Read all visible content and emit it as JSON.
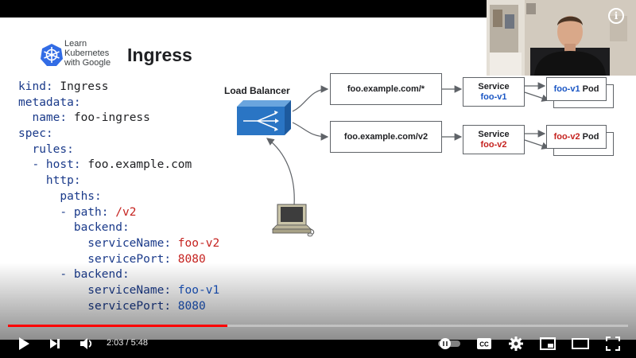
{
  "slide": {
    "logo_text": [
      "Learn",
      "Kubernetes",
      "with Google"
    ],
    "title": "Ingress",
    "code": [
      [
        {
          "t": "kind",
          "c": "k"
        },
        {
          "t": ": ",
          "c": "p"
        },
        {
          "t": "Ingress",
          "c": "v"
        }
      ],
      [
        {
          "t": "metadata",
          "c": "k"
        },
        {
          "t": ":",
          "c": "p"
        }
      ],
      [
        {
          "t": "  name",
          "c": "k"
        },
        {
          "t": ": ",
          "c": "p"
        },
        {
          "t": "foo-ingress",
          "c": "v"
        }
      ],
      [
        {
          "t": "spec",
          "c": "k"
        },
        {
          "t": ":",
          "c": "p"
        }
      ],
      [
        {
          "t": "  rules",
          "c": "k"
        },
        {
          "t": ":",
          "c": "p"
        }
      ],
      [
        {
          "t": "  - host",
          "c": "k"
        },
        {
          "t": ": ",
          "c": "p"
        },
        {
          "t": "foo.example.com",
          "c": "v"
        }
      ],
      [
        {
          "t": "    http",
          "c": "k"
        },
        {
          "t": ":",
          "c": "p"
        }
      ],
      [
        {
          "t": "      paths",
          "c": "k"
        },
        {
          "t": ":",
          "c": "p"
        }
      ],
      [
        {
          "t": "      - path",
          "c": "k"
        },
        {
          "t": ": ",
          "c": "p"
        },
        {
          "t": "/v2",
          "c": "r"
        }
      ],
      [
        {
          "t": "        backend",
          "c": "k"
        },
        {
          "t": ":",
          "c": "p"
        }
      ],
      [
        {
          "t": "          serviceName",
          "c": "k"
        },
        {
          "t": ": ",
          "c": "p"
        },
        {
          "t": "foo-v2",
          "c": "r"
        }
      ],
      [
        {
          "t": "          servicePort",
          "c": "k"
        },
        {
          "t": ": ",
          "c": "p"
        },
        {
          "t": "8080",
          "c": "r"
        }
      ],
      [
        {
          "t": "      - backend",
          "c": "k"
        },
        {
          "t": ":",
          "c": "p"
        }
      ],
      [
        {
          "t": "          serviceName",
          "c": "k"
        },
        {
          "t": ": ",
          "c": "p"
        },
        {
          "t": "foo-v1",
          "c": "b"
        }
      ],
      [
        {
          "t": "          servicePort",
          "c": "k"
        },
        {
          "t": ": ",
          "c": "p"
        },
        {
          "t": "8080",
          "c": "b"
        }
      ]
    ],
    "diagram": {
      "load_balancer_label": "Load Balancer",
      "route1": "foo.example.com/*",
      "route2": "foo.example.com/v2",
      "service_label": "Service",
      "service1": "foo-v1",
      "service2": "foo-v2",
      "pod1_name": "foo-v1",
      "pod2_name": "foo-v2",
      "pod_suffix": "Pod"
    },
    "colors": {
      "blue": "#1a56c4",
      "red": "#c5221f",
      "lb_blue": "#2a75c4"
    }
  },
  "player": {
    "current_time": "2:03",
    "duration": "5:48",
    "time_separator": " / ",
    "progress": 0.354,
    "info_icon": "i"
  }
}
